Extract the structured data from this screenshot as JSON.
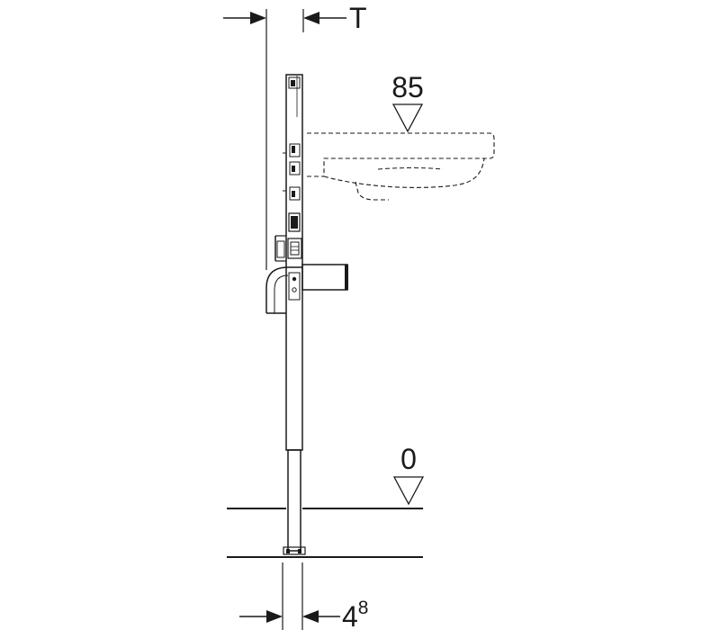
{
  "dimensions": {
    "top_depth": "T",
    "bottom_thickness_base": "4",
    "bottom_thickness_sup": "8"
  },
  "levels": {
    "basin_height": "85",
    "floor_level": "0"
  },
  "colors": {
    "line": "#1a1a1a",
    "background": "#ffffff"
  }
}
